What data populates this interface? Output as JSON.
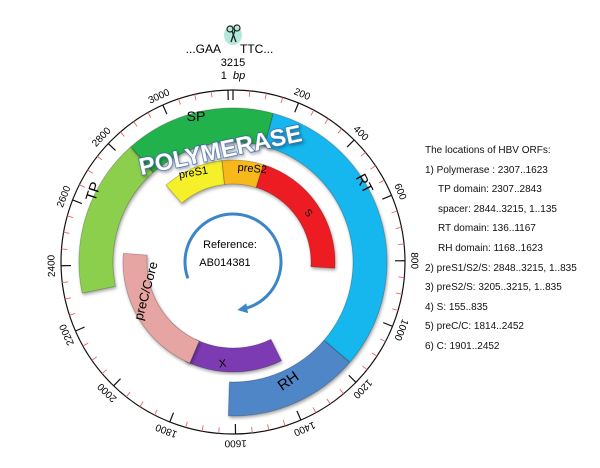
{
  "header": {
    "cut_site": "...GAA TTC...",
    "cut_left": "...GAA",
    "cut_right": "TTC...",
    "position": "3215",
    "unit_number": "1",
    "unit_suffix": "bp",
    "scissors_icon": "scissors-icon"
  },
  "ring_ticks": [
    "200",
    "400",
    "600",
    "800",
    "1000",
    "1200",
    "1400",
    "1600",
    "1800",
    "2000",
    "2200",
    "2400",
    "2600",
    "2800",
    "3000"
  ],
  "segments": {
    "polymerase": "POLYMERASE",
    "sp": "SP",
    "tp": "TP",
    "rt": "RT",
    "rh": "RH",
    "pres1": "preS1",
    "pres2": "preS2",
    "s": "S",
    "x": "X",
    "prec_core": "preC/Core"
  },
  "center": {
    "line1": "Reference:",
    "line2": "AB014381"
  },
  "legend": {
    "title": "The locations of HBV ORFs:",
    "items": [
      "1) Polymerase : 2307..1623",
      "TP domain: 2307..2843",
      "spacer: 2844..3215, 1..135",
      "RT domain: 136..1167",
      "RH domain: 1168..1623",
      "2) preS1/S2/S: 2848..3215, 1..835",
      "3) preS2/S: 3205..3215, 1..835",
      "4) S: 155..835",
      "5) preC/C: 1814..2452",
      "6) C: 1901..2452"
    ]
  },
  "colors": {
    "tp": "#8ccf4e",
    "sp": "#23b24b",
    "rt": "#18b7ee",
    "rh": "#4f86c8",
    "pres1": "#f5f02a",
    "pres2": "#f7b81d",
    "s": "#ed1c24",
    "x": "#7d3bb3",
    "prec_core": "#e6a5a2",
    "arrow": "#3a86c8",
    "polymerase_text": "#ffffff",
    "polymerase_outline": "#2f64a8",
    "minor_tick": "#f06262"
  }
}
